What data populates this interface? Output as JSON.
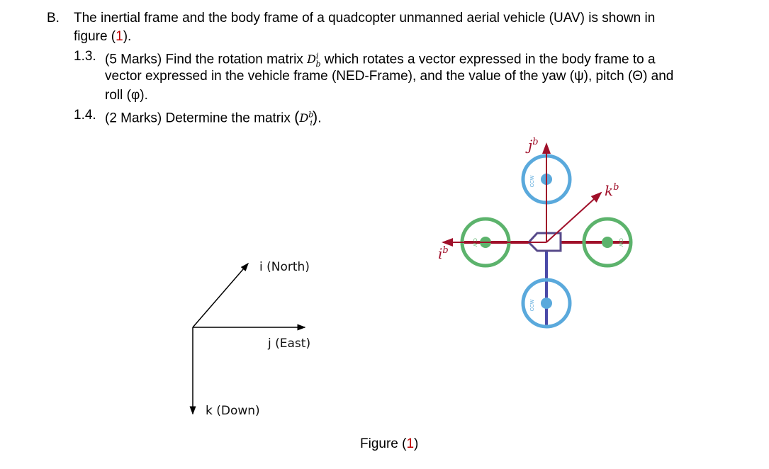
{
  "question": {
    "label": "B.",
    "line1": "The inertial frame and the body frame of a quadcopter unmanned aerial vehicle (UAV) is shown in",
    "line2_pre": "figure (",
    "line2_ref": "1",
    "line2_post": ").",
    "items": [
      {
        "number": "1.3.",
        "line1_pre": "(5 Marks) Find the rotation matrix ",
        "matrix": "D",
        "matrix_sup": "i",
        "matrix_sub": "b",
        "line1_post": " which rotates a vector expressed in the body frame to a",
        "line2": "vector expressed in the vehicle frame (NED-Frame), and the value of the yaw (ψ), pitch (Θ) and",
        "line3": "roll (φ)."
      },
      {
        "number": "1.4.",
        "line1_pre": "(2 Marks) Determine the matrix ",
        "matrix": "D",
        "matrix_sup": "b",
        "matrix_sub": "i",
        "line1_post": "."
      }
    ]
  },
  "figure": {
    "inertial_frame": {
      "i": "i (North)",
      "j": "j (East)",
      "k": "k (Down)"
    },
    "body_frame": {
      "i": "i",
      "j": "j",
      "k": "k",
      "superscript": "b",
      "rotor_ccw": "CCW",
      "rotor_cw": "CW"
    },
    "caption_pre": "Figure (",
    "caption_ref": "1",
    "caption_post": ")"
  },
  "colors": {
    "reference_red": "#c00000",
    "axis_red": "#a0102a",
    "ccw_blue": "#5aa9dc",
    "cw_green": "#5cb36c",
    "frame_purple": "#574a8a"
  }
}
